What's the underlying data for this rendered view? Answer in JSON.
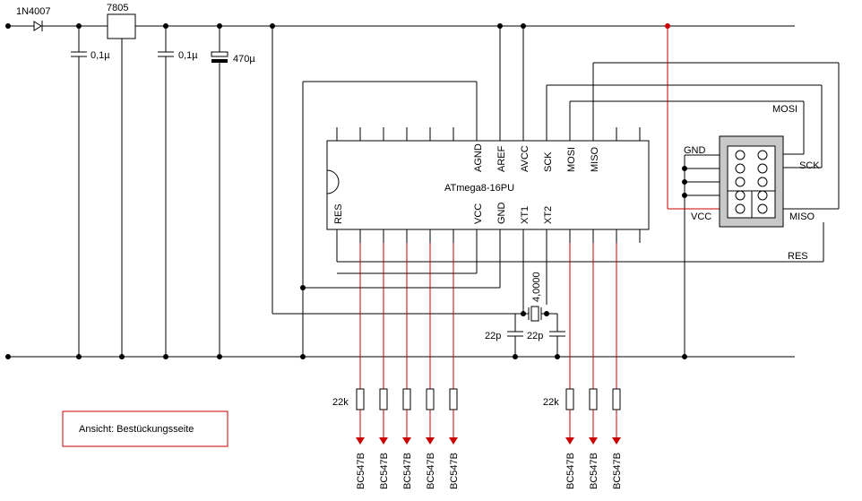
{
  "components": {
    "diode": "1N4007",
    "regulator": "7805",
    "cap_a": "0,1µ",
    "cap_b": "0,1µ",
    "cap_elko": "470µ",
    "crystal": "4,0000",
    "cap_xt1": "22p",
    "cap_xt2": "22p",
    "resistor_left": "22k",
    "resistor_right": "22k"
  },
  "mcu": {
    "name": "ATmega8-16PU",
    "top_pins": [
      "AGND",
      "AREF",
      "AVCC",
      "SCK",
      "MOSI",
      "MISO"
    ],
    "bottom_pins": [
      "RES",
      "VCC",
      "GND",
      "XT1",
      "XT2"
    ]
  },
  "isp": {
    "left_labels": [
      "GND",
      "VCC"
    ],
    "right_labels": [
      "MOSI",
      "SCK",
      "MISO",
      "RES"
    ]
  },
  "transistor_label": "BC547B",
  "note": "Ansicht: Bestückungsseite"
}
